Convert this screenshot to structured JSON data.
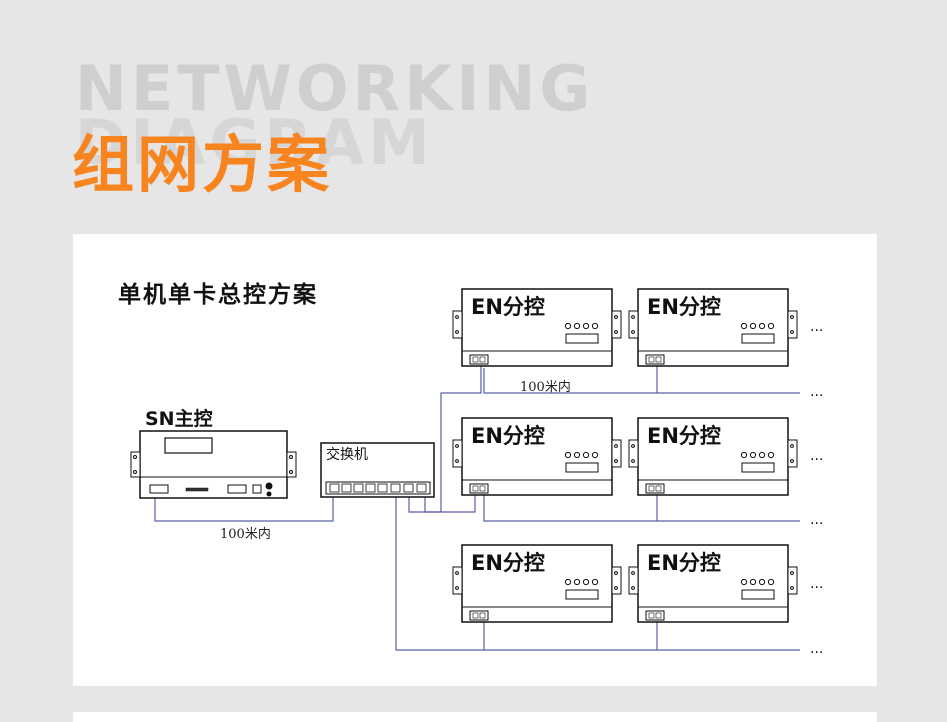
{
  "header": {
    "watermark_line1": "NETWORKING",
    "watermark_line2": "DIAGRAM",
    "title": "组网方案"
  },
  "diagram": {
    "scheme_title": "单机单卡总控方案",
    "master_label": "SN主控",
    "switch_label": "交换机",
    "sub_label": "EN分控",
    "distance_top": "100米内",
    "distance_bottom": "100米内",
    "ellipsis": "..."
  },
  "colors": {
    "accent": "#f7841e",
    "cable": "#5a5ea8",
    "background": "#e6e6e6"
  }
}
